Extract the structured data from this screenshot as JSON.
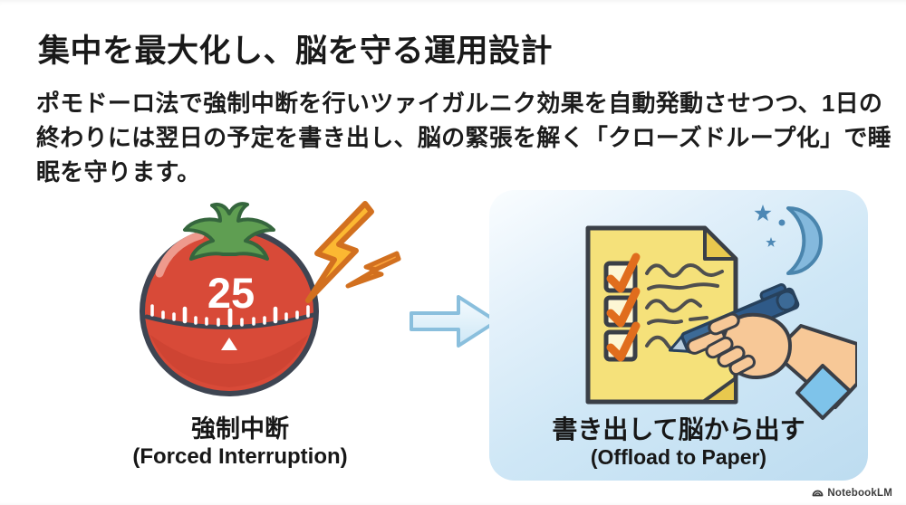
{
  "slide": {
    "title": "集中を最大化し、脳を守る運用設計",
    "body": {
      "lines": [
        "ポモドーロ法で強制中断を行いツァイガルニク効果を自動発動させつつ、1日の",
        "終わりには翌日の予定を書き出し、脳の緊張を解く「クローズドループ化」で睡",
        "眠を守ります。"
      ]
    },
    "left_figure": {
      "timer_value": "25",
      "caption_ja": "強制中断",
      "caption_en": "(Forced Interruption)"
    },
    "right_figure": {
      "caption_ja": "書き出して脳から出す",
      "caption_en": "(Offload to Paper)"
    },
    "watermark": "NotebookLM",
    "colors": {
      "tomato_red": "#d84a38",
      "tomato_band_outline": "#3e4552",
      "stem_green": "#5f9e52",
      "lightning_yellow": "#fcb832",
      "lightning_small_orange": "#f9a13c",
      "lightning_outline": "#d2701f",
      "card_blue": "#bddcf0",
      "arrow_blue": "#8abfdd",
      "paper_yellow": "#f5e17a",
      "paper_fold_yellow": "#e8c84e",
      "check_orange": "#e06d1d",
      "scribble_gray": "#4f4f4f",
      "pen_blue": "#2f5a88",
      "hand_skin": "#f7c897",
      "cuff_blue": "#7ec3ea",
      "moon_blue": "#84b9dd",
      "star_blue": "#4d88b5"
    }
  }
}
